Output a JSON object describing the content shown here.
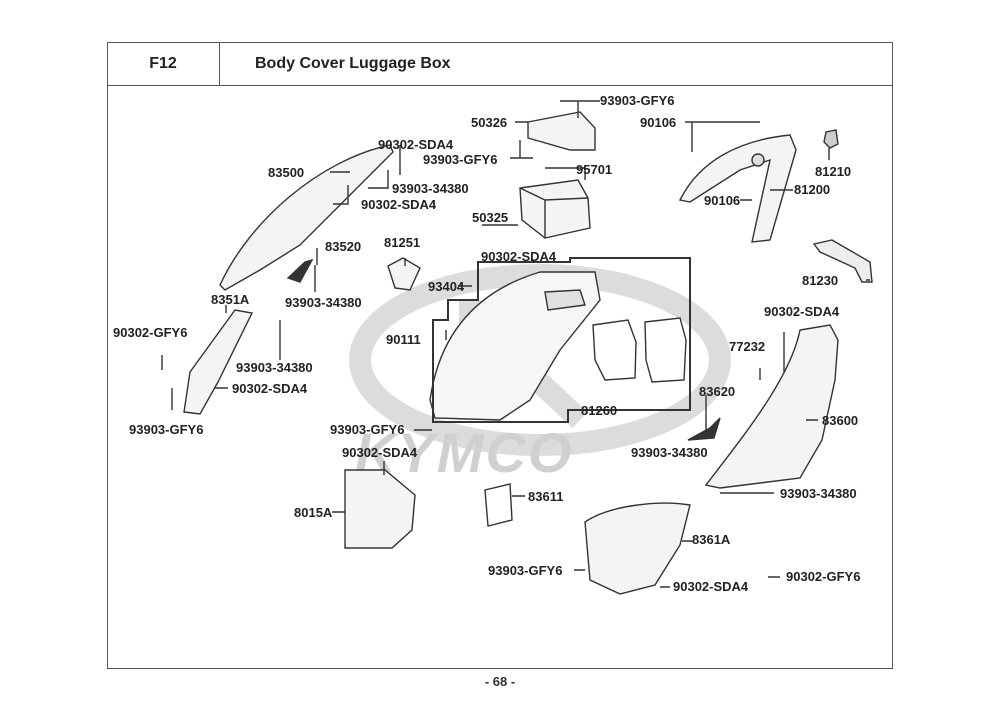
{
  "header": {
    "code": "F12",
    "title": "Body Cover  Luggage Box"
  },
  "watermark": "KYMCO",
  "page_number": "- 68 -",
  "labels": [
    {
      "id": "l1",
      "text": "93903-GFY6"
    },
    {
      "id": "l2",
      "text": "50326"
    },
    {
      "id": "l3",
      "text": "90302-SDA4"
    },
    {
      "id": "l4",
      "text": "93903-GFY6"
    },
    {
      "id": "l5",
      "text": "95701"
    },
    {
      "id": "l6",
      "text": "90106"
    },
    {
      "id": "l7",
      "text": "83500"
    },
    {
      "id": "l8",
      "text": "93903-34380"
    },
    {
      "id": "l9",
      "text": "90302-SDA4"
    },
    {
      "id": "l10",
      "text": "50325"
    },
    {
      "id": "l11",
      "text": "81210"
    },
    {
      "id": "l12",
      "text": "90106"
    },
    {
      "id": "l13",
      "text": "81200"
    },
    {
      "id": "l14",
      "text": "81251"
    },
    {
      "id": "l15",
      "text": "83520"
    },
    {
      "id": "l16",
      "text": "90302-SDA4"
    },
    {
      "id": "l17",
      "text": "81230"
    },
    {
      "id": "l18",
      "text": "93404"
    },
    {
      "id": "l19",
      "text": "93903-34380"
    },
    {
      "id": "l20",
      "text": "8351A"
    },
    {
      "id": "l21",
      "text": "90302-SDA4"
    },
    {
      "id": "l22",
      "text": "90302-GFY6"
    },
    {
      "id": "l23",
      "text": "90111"
    },
    {
      "id": "l24",
      "text": "77232"
    },
    {
      "id": "l25",
      "text": "93903-34380"
    },
    {
      "id": "l26",
      "text": "90302-SDA4"
    },
    {
      "id": "l27",
      "text": "83620"
    },
    {
      "id": "l28",
      "text": "81260"
    },
    {
      "id": "l29",
      "text": "83600"
    },
    {
      "id": "l30",
      "text": "93903-GFY6"
    },
    {
      "id": "l31",
      "text": "93903-GFY6"
    },
    {
      "id": "l32",
      "text": "93903-34380"
    },
    {
      "id": "l33",
      "text": "90302-SDA4"
    },
    {
      "id": "l34",
      "text": "83611"
    },
    {
      "id": "l35",
      "text": "93903-34380"
    },
    {
      "id": "l36",
      "text": "8015A"
    },
    {
      "id": "l37",
      "text": "8361A"
    },
    {
      "id": "l38",
      "text": "93903-GFY6"
    },
    {
      "id": "l39",
      "text": "90302-GFY6"
    },
    {
      "id": "l40",
      "text": "90302-SDA4"
    }
  ]
}
